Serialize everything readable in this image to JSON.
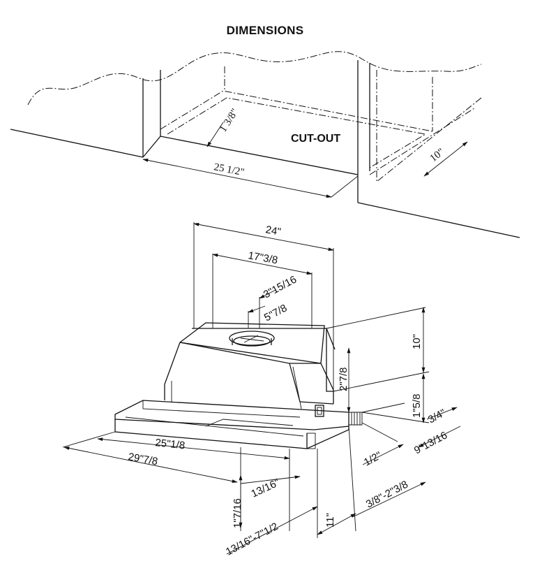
{
  "title": "DIMENSIONS",
  "cutout": {
    "label": "CUT-OUT",
    "dims": {
      "edge_offset": "1 3/8\"",
      "width": "25 1/2\"",
      "depth": "10\""
    }
  },
  "hood": {
    "dims": {
      "body_width": "24\"",
      "inner_width": "17\"3/8",
      "duct_outer": "3\"15/16",
      "duct_inner": "5\"7/8",
      "body_height": "10\"",
      "step_height": "2\"7/8",
      "lower_height": "1\"5/8",
      "side_offset": "3/4\"",
      "front_depth": "9\"13/16",
      "half_inch": "1/2\"",
      "front_width": "25\"1/8",
      "overall_width": "29\"7/8",
      "lip": "13/16\"",
      "front_height": "1\"7/16",
      "front_range": "13/16\"-7\"1/2",
      "depth_range": "3/8\"-2\"3/8",
      "depth": "11\""
    }
  }
}
